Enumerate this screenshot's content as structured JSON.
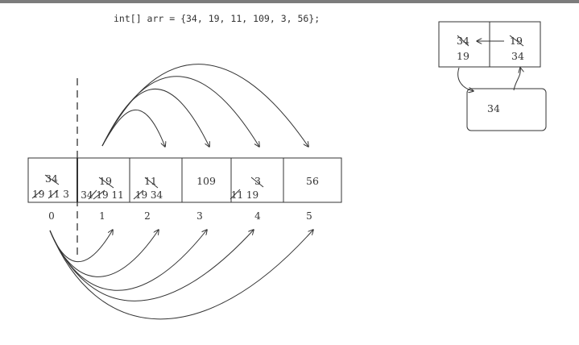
{
  "code_line": "int[] arr = {34, 19, 11, 109, 3, 56};",
  "array": {
    "cells": [
      {
        "top": "34",
        "bottom": "19 11 3"
      },
      {
        "top": "19",
        "bottom": "34 19 11"
      },
      {
        "top": "11",
        "bottom": "19 34"
      },
      {
        "top": "109",
        "bottom": ""
      },
      {
        "top": "3",
        "bottom": "11 19"
      },
      {
        "top": "56",
        "bottom": ""
      }
    ],
    "indices": [
      "0",
      "1",
      "2",
      "3",
      "4",
      "5"
    ]
  },
  "swap": {
    "left_top": "34",
    "left_bottom": "19",
    "right_top": "19",
    "right_bottom": "34",
    "temp": "34"
  },
  "colors": {
    "stroke": "#333333",
    "topbar": "#7c7c7c"
  }
}
